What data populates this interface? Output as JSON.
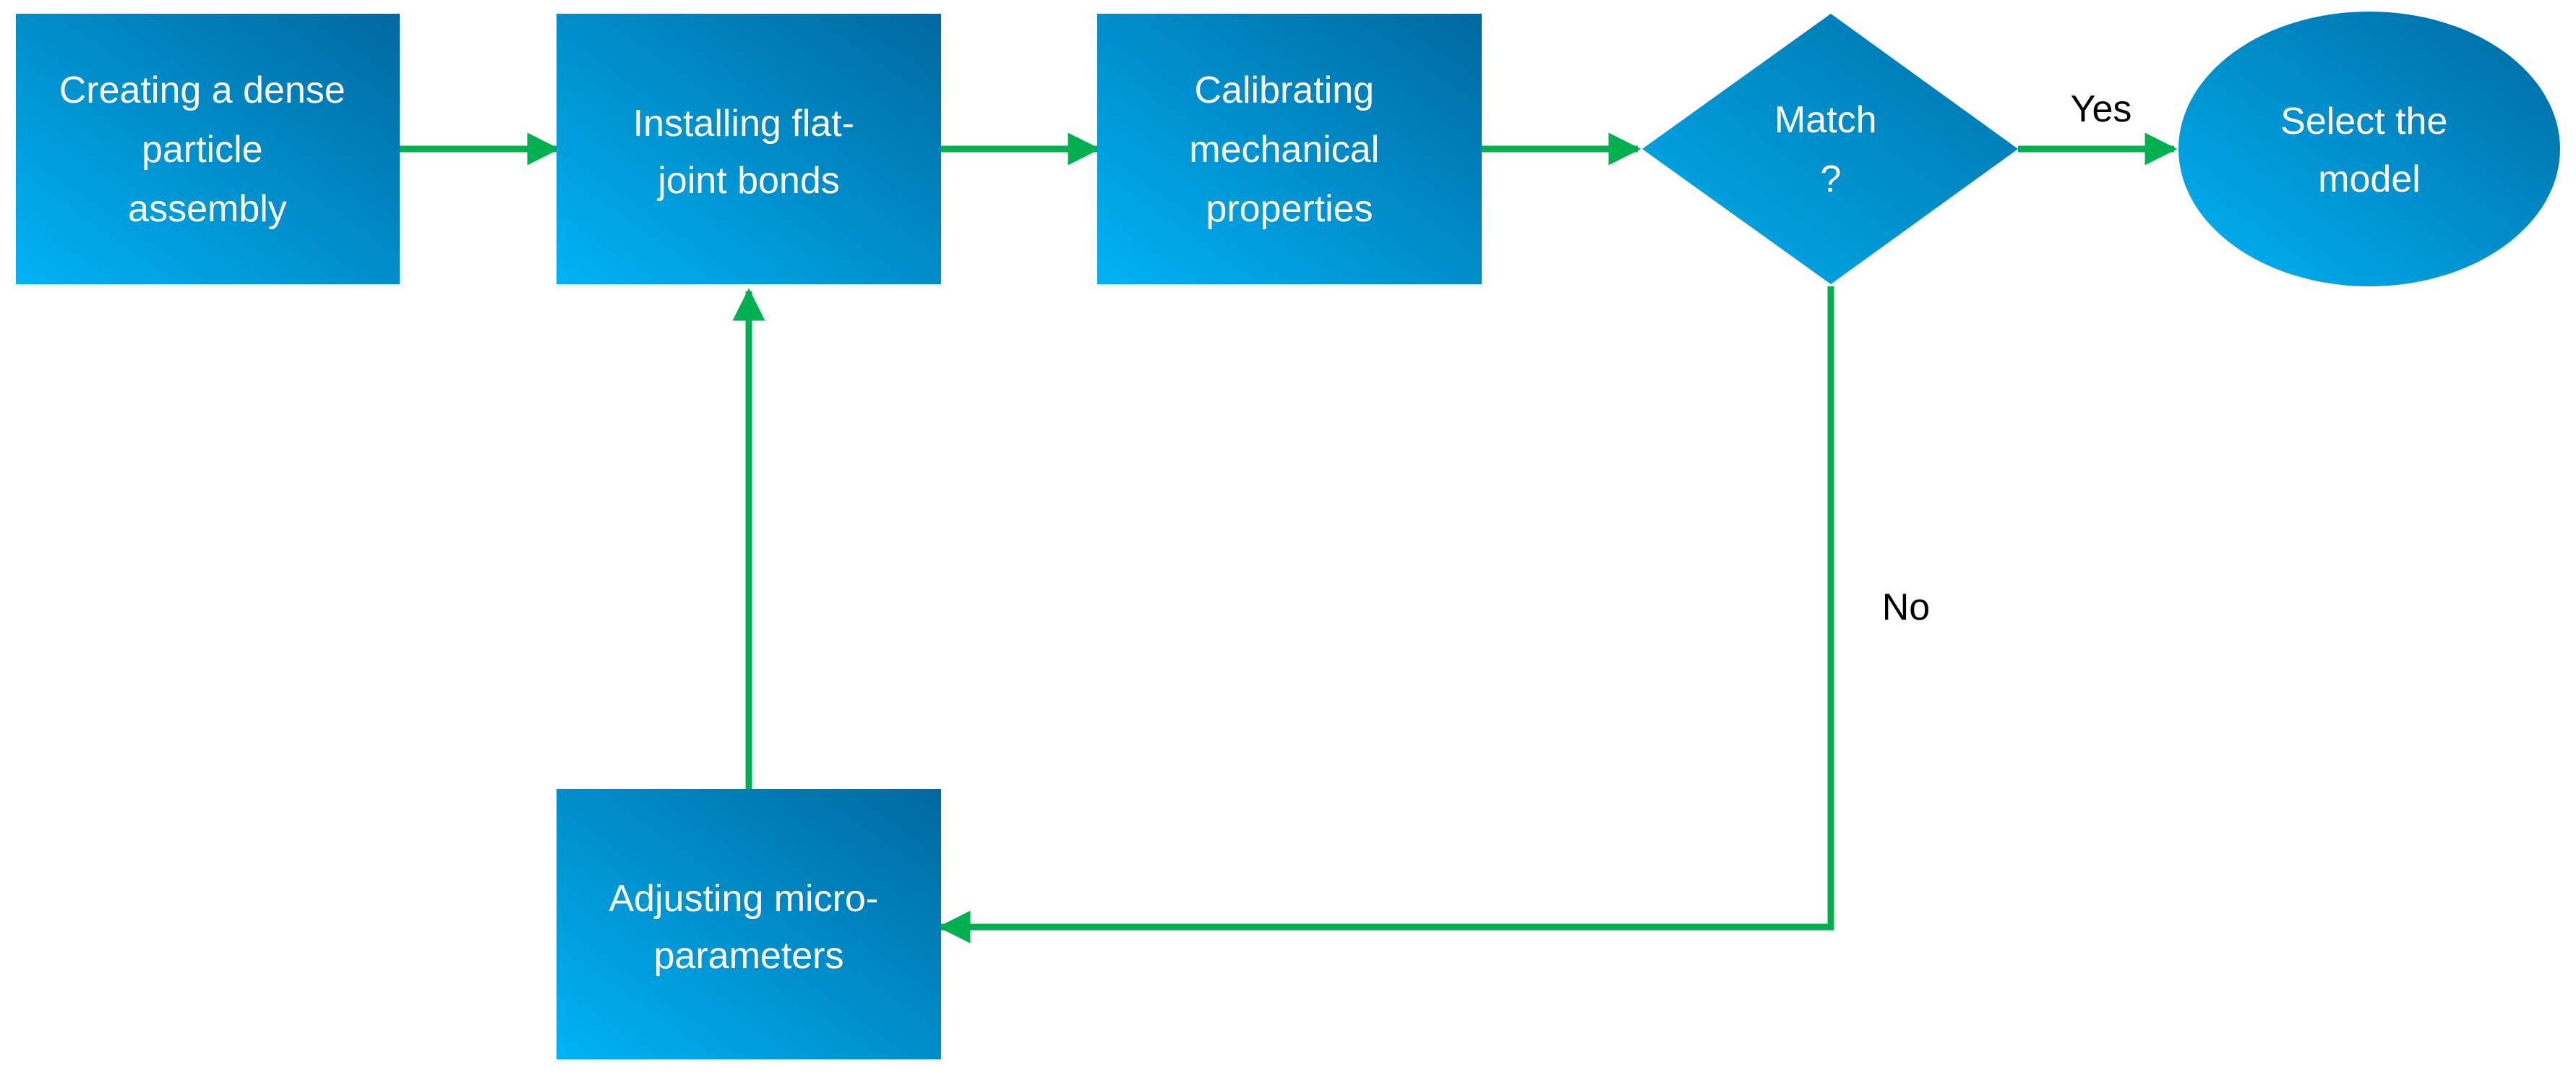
{
  "colors": {
    "box_gradient_start": "#00b0f0",
    "box_gradient_end": "#0070a8",
    "connector": "#00b050",
    "node_text": "#ffffff",
    "label_text": "#000000"
  },
  "nodes": {
    "create": {
      "lines": [
        "Creating a dense",
        "particle",
        "assembly"
      ]
    },
    "install": {
      "lines": [
        "Installing flat-",
        "joint bonds"
      ]
    },
    "calibrate": {
      "lines": [
        "Calibrating",
        "mechanical",
        "properties"
      ]
    },
    "match": {
      "lines": [
        "Match",
        "?"
      ]
    },
    "select": {
      "lines": [
        "Select the",
        "model"
      ]
    },
    "adjust": {
      "lines": [
        "Adjusting micro-",
        "parameters"
      ]
    }
  },
  "edge_labels": {
    "yes": "Yes",
    "no": "No"
  }
}
